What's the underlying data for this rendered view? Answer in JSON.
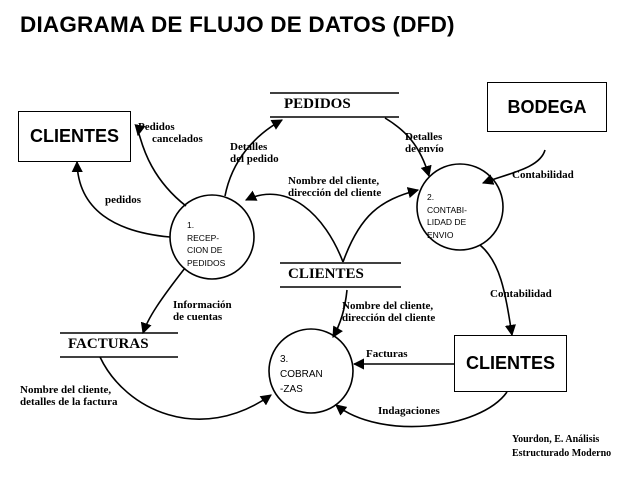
{
  "title": "DIAGRAMA DE FLUJO DE DATOS (DFD)",
  "entities": {
    "clientes_top": "CLIENTES",
    "bodega": "BODEGA",
    "clientes_right": "CLIENTES"
  },
  "stores": {
    "pedidos": "PEDIDOS",
    "clientes": "CLIENTES",
    "facturas": "FACTURAS"
  },
  "processes": {
    "p1": [
      "1.",
      "RECEP-",
      "CION DE",
      "PEDIDOS"
    ],
    "p2": [
      "2.",
      "CONTABI-",
      "LIDAD DE",
      "ENVIO"
    ],
    "p3": [
      "3.",
      "COBRAN",
      "-ZAS"
    ]
  },
  "flows": {
    "pedidos_cancelados": [
      "Pedidos",
      "cancelados"
    ],
    "pedidos": "pedidos",
    "detalles_pedido": [
      "Detalles",
      "del pedido"
    ],
    "nombre_direccion_1": [
      "Nombre del cliente,",
      "dirección del cliente"
    ],
    "detalles_envio": [
      "Detalles",
      "de envío"
    ],
    "contabilidad_1": "Contabilidad",
    "informacion_cuentas": [
      "Información",
      "de cuentas"
    ],
    "contabilidad_2": "Contabilidad",
    "nombre_direccion_2": [
      "Nombre del cliente,",
      "dirección del cliente"
    ],
    "facturas": "Facturas",
    "nombre_detalles_factura": [
      "Nombre del cliente,",
      "detalles de la factura"
    ],
    "indagaciones": "Indagaciones"
  },
  "citation": [
    "Yourdon, E. Análisis",
    "Estructurado Moderno"
  ]
}
